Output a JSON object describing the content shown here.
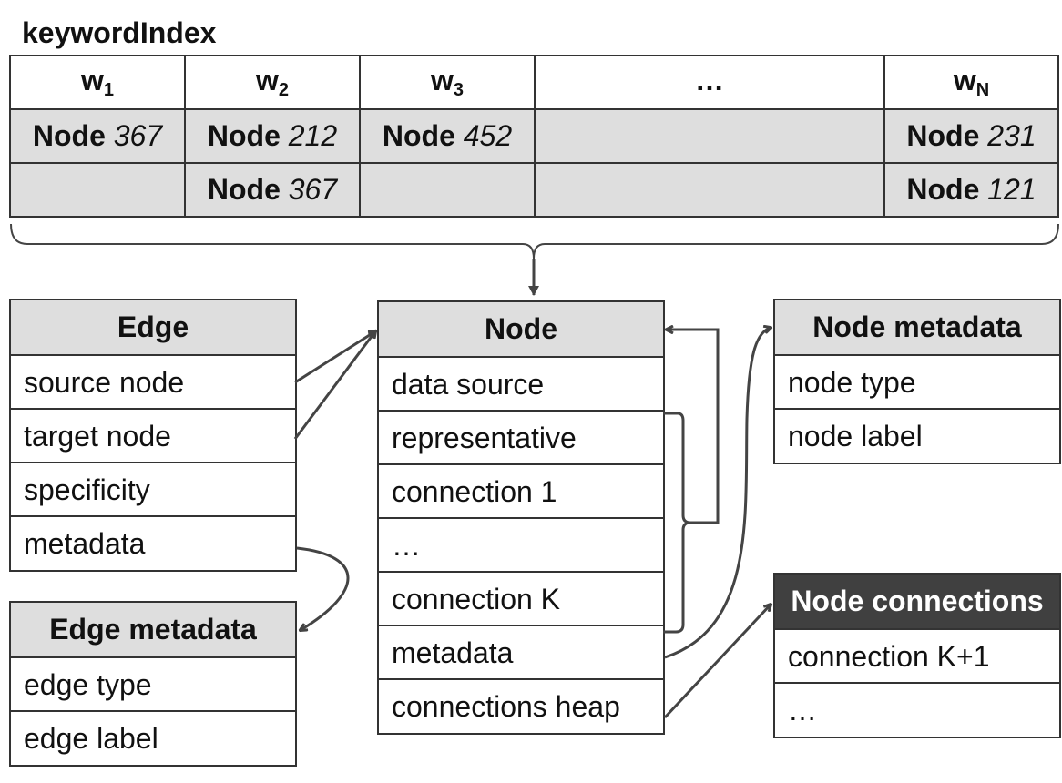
{
  "keyword_index": {
    "title": "keywordIndex",
    "headers": [
      {
        "base": "w",
        "sub": "1"
      },
      {
        "base": "w",
        "sub": "2"
      },
      {
        "base": "w",
        "sub": "3"
      },
      {
        "base": "…",
        "sub": ""
      },
      {
        "base": "w",
        "sub": "N"
      }
    ],
    "rows": [
      [
        {
          "label": "Node",
          "id": "367"
        },
        {
          "label": "Node",
          "id": "212"
        },
        {
          "label": "Node",
          "id": "452"
        },
        {
          "label": "",
          "id": ""
        },
        {
          "label": "Node",
          "id": "231"
        }
      ],
      [
        {
          "label": "",
          "id": ""
        },
        {
          "label": "Node",
          "id": "367"
        },
        {
          "label": "",
          "id": ""
        },
        {
          "label": "",
          "id": ""
        },
        {
          "label": "Node",
          "id": "121"
        }
      ]
    ]
  },
  "edge": {
    "header": "Edge",
    "fields": [
      "source node",
      "target node",
      "specificity",
      "metadata"
    ]
  },
  "edge_metadata": {
    "header": "Edge metadata",
    "fields": [
      "edge type",
      "edge label"
    ]
  },
  "node": {
    "header": "Node",
    "fields": [
      "data source",
      "representative",
      "connection 1",
      "…",
      "connection K",
      "metadata",
      "connections heap"
    ]
  },
  "node_metadata": {
    "header": "Node metadata",
    "fields": [
      "node type",
      "node label"
    ]
  },
  "node_connections": {
    "header": "Node connections",
    "fields": [
      "connection K+1",
      "…"
    ]
  },
  "colors": {
    "header_fill": "#dedede",
    "dark_header_fill": "#404040",
    "line": "#333333",
    "arrow": "#444444"
  }
}
